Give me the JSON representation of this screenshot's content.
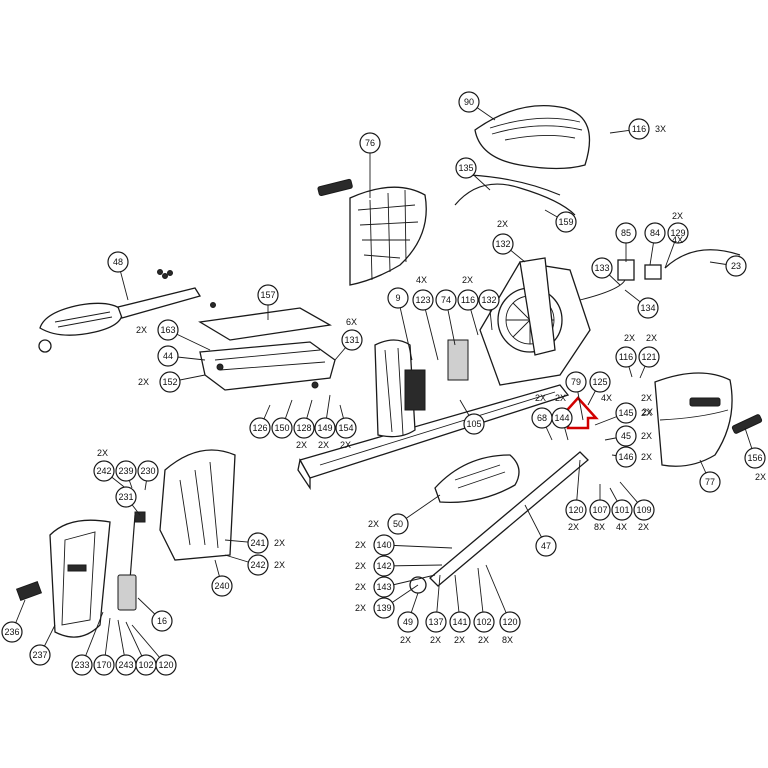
{
  "parts": [
    "90",
    "116",
    "135",
    "159",
    "76",
    "132",
    "85",
    "84",
    "129",
    "23",
    "133",
    "134",
    "48",
    "157",
    "9",
    "123",
    "74",
    "116",
    "132",
    "163",
    "44",
    "131",
    "116",
    "121",
    "152",
    "79",
    "125",
    "68",
    "144",
    "145",
    "45",
    "146",
    "105",
    "126",
    "150",
    "128",
    "149",
    "154",
    "77",
    "156",
    "50",
    "47",
    "242",
    "239",
    "230",
    "231",
    "241",
    "242",
    "240",
    "236",
    "16",
    "237",
    "233",
    "170",
    "243",
    "102",
    "120",
    "140",
    "142",
    "143",
    "139",
    "49",
    "137",
    "141",
    "102",
    "120",
    "120",
    "107",
    "101",
    "109"
  ],
  "quantities": [
    "3X",
    "2X",
    "4X",
    "2X",
    "2X",
    "6X",
    "4X",
    "2X",
    "2X",
    "2X",
    "2X",
    "2X",
    "2X",
    "2X",
    "2X",
    "2X",
    "2X",
    "2X",
    "2X",
    "2X",
    "2X",
    "2X",
    "2X",
    "2X",
    "2X",
    "8X",
    "4X",
    "2X",
    "2X",
    "2X",
    "2X",
    "2X",
    "2X",
    "2X",
    "2X",
    "2X",
    "8X",
    "4X",
    "2X",
    "2X"
  ],
  "highlight": {
    "color": "#d10000",
    "target_part": "79"
  }
}
